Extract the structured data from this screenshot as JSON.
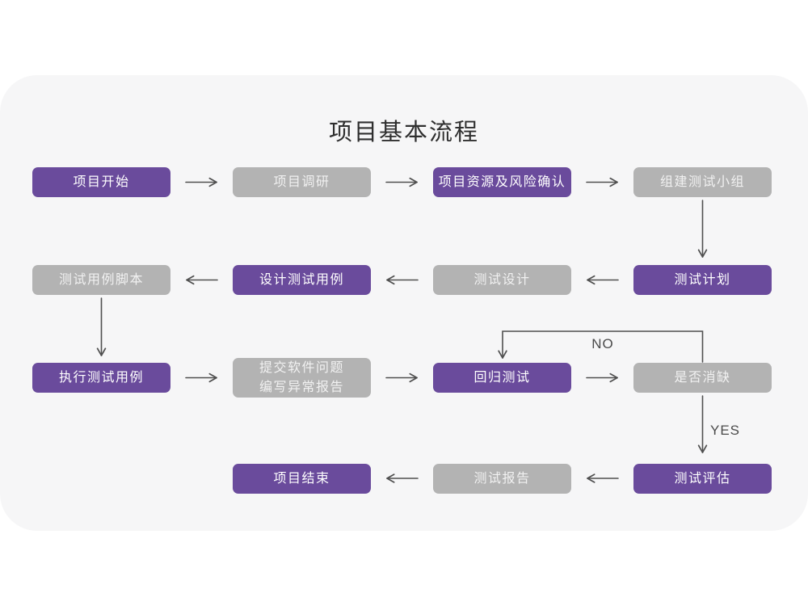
{
  "title": "项目基本流程",
  "decision_labels": {
    "no": "NO",
    "yes": "YES"
  },
  "colors": {
    "node_purple": "#6A4B9C",
    "node_gray": "#B3B3B3",
    "card_background": "#F6F6F7",
    "arrow": "#4F4F4F",
    "title_text": "#2F2F2F"
  },
  "nodes": [
    {
      "id": "project-start",
      "label": "项目开始",
      "style": "purple"
    },
    {
      "id": "project-research",
      "label": "项目调研",
      "style": "gray"
    },
    {
      "id": "resource-risk-confirm",
      "label": "项目资源及风险确认",
      "style": "purple"
    },
    {
      "id": "build-test-team",
      "label": "组建测试小组",
      "style": "gray"
    },
    {
      "id": "test-case-script",
      "label": "测试用例脚本",
      "style": "gray"
    },
    {
      "id": "design-test-case",
      "label": "设计测试用例",
      "style": "purple"
    },
    {
      "id": "test-design",
      "label": "测试设计",
      "style": "gray"
    },
    {
      "id": "test-plan",
      "label": "测试计划",
      "style": "purple"
    },
    {
      "id": "execute-test-case",
      "label": "执行测试用例",
      "style": "purple"
    },
    {
      "id": "submit-issue-report",
      "label": "提交软件问题\n编写异常报告",
      "style": "gray"
    },
    {
      "id": "regression-test",
      "label": "回归测试",
      "style": "purple"
    },
    {
      "id": "defect-resolved",
      "label": "是否消缺",
      "style": "gray"
    },
    {
      "id": "project-end",
      "label": "项目结束",
      "style": "purple"
    },
    {
      "id": "test-report",
      "label": "测试报告",
      "style": "gray"
    },
    {
      "id": "test-evaluation",
      "label": "测试评估",
      "style": "purple"
    }
  ]
}
